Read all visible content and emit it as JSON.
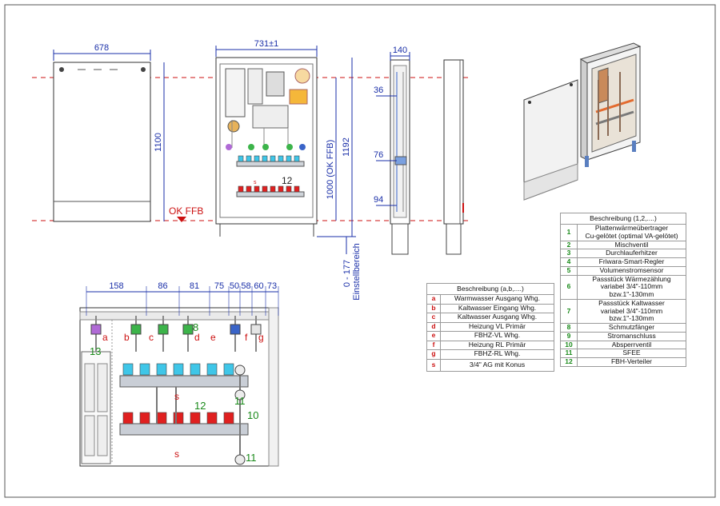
{
  "dims": {
    "door_width": "678",
    "door_height": "1100",
    "cabinet_width": "731±1",
    "cabinet_height_total": "1192",
    "cabinet_height_ffb": "1000 (OK FFB)",
    "depth": "140",
    "side_36": "36",
    "side_76": "76",
    "side_94": "94",
    "ok_ffb": "OK FFB",
    "adjust": "0 - 177",
    "adjust_note": "Einstellbereich",
    "bottom_dims": [
      "158",
      "86",
      "81",
      "75",
      "50",
      "58",
      "60",
      "73"
    ]
  },
  "detail_labels": {
    "a": "a",
    "b": "b",
    "c": "c",
    "d": "d",
    "e": "e",
    "f": "f",
    "g": "g",
    "s1": "s",
    "s2": "s",
    "n8": "8",
    "n13": "13",
    "n12": "12",
    "n11a": "11",
    "n10": "10",
    "n11b": "11"
  },
  "table_left": {
    "header": "Beschreibung (a,b,....)",
    "rows": [
      {
        "key": "a",
        "text": "Warmwasser Ausgang Whg."
      },
      {
        "key": "b",
        "text": "Kaltwasser Eingang Whg."
      },
      {
        "key": "c",
        "text": "Kaltwasser Ausgang Whg."
      },
      {
        "key": "d",
        "text": "Heizung VL Primär"
      },
      {
        "key": "e",
        "text": "FBHZ-VL Whg."
      },
      {
        "key": "f",
        "text": "Heizung RL Primär"
      },
      {
        "key": "g",
        "text": "FBHZ-RL Whg."
      },
      {
        "key": "s",
        "text": "3/4\" AG mit Konus"
      }
    ]
  },
  "table_right": {
    "header": "Beschreibung (1,2,....)",
    "rows": [
      {
        "key": "1",
        "text": "Plattenwärmeübertrager",
        "text2": "Cu-gelötet (optimal VA-gelötet)"
      },
      {
        "key": "2",
        "text": "Mischventil"
      },
      {
        "key": "3",
        "text": "Durchlauferhitzer"
      },
      {
        "key": "4",
        "text": "Friwara-Smart-Regler"
      },
      {
        "key": "5",
        "text": "Volumenstromsensor"
      },
      {
        "key": "6",
        "text": "Passstück Wärmezählung",
        "text2": "variabel 3/4\"-110mm bzw.1\"-130mm"
      },
      {
        "key": "7",
        "text": "Passstück Kaltwasser",
        "text2": "variabel 3/4\"-110mm bzw.1\"-130mm"
      },
      {
        "key": "8",
        "text": "Schmutzfänger"
      },
      {
        "key": "9",
        "text": "Stromanschluss"
      },
      {
        "key": "10",
        "text": "Absperrventil"
      },
      {
        "key": "11",
        "text": "SFEE"
      },
      {
        "key": "12",
        "text": "FBH-Verteiler"
      }
    ]
  },
  "colors": {
    "dimension": "#1a2fa8",
    "reference_line": "#cc1111",
    "callout": "#1a8a1a",
    "valve_red": "#e02020",
    "valve_cyan": "#3fc6e8"
  }
}
